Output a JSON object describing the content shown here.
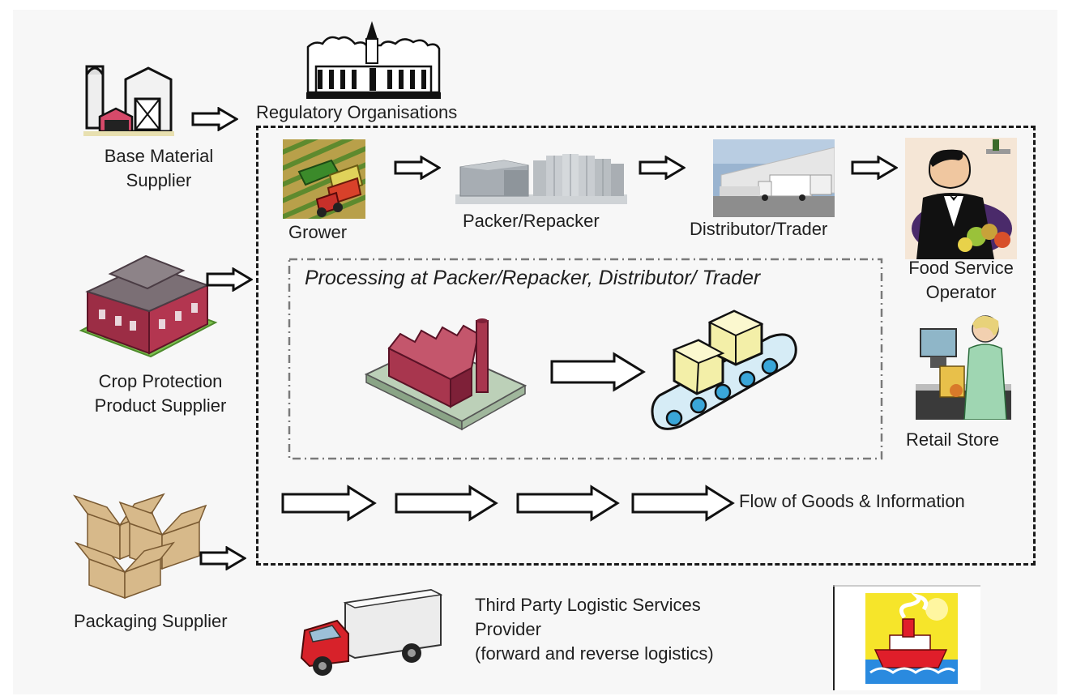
{
  "labels": {
    "regulatory": "Regulatory Organisations",
    "base_material": [
      "Base Material",
      "Supplier"
    ],
    "crop_protection": [
      "Crop Protection",
      "Product Supplier"
    ],
    "packaging": "Packaging Supplier",
    "grower": "Grower",
    "packer": "Packer/Repacker",
    "distributor": "Distributor/Trader",
    "food_service": [
      "Food Service",
      "Operator"
    ],
    "retail": "Retail Store",
    "processing": "Processing at Packer/Repacker, Distributor/ Trader",
    "flow": "Flow of Goods & Information",
    "third_party": [
      "Third Party Logistic Services",
      "Provider",
      "(forward and reverse logistics)"
    ]
  },
  "icons": [
    "farm-barn-icon",
    "capitol-building-icon",
    "warehouse-icon",
    "open-boxes-icon",
    "harvester-field-icon",
    "packing-plant-icon",
    "loading-dock-trucks-icon",
    "waiter-icon",
    "cashier-icon",
    "factory-icon",
    "conveyor-belt-icon",
    "delivery-truck-icon",
    "cargo-ship-icon"
  ],
  "colors": {
    "ink": "#1a1a1a",
    "dashdot_border": "#7a7a7a",
    "panel": "#f7f7f7"
  }
}
